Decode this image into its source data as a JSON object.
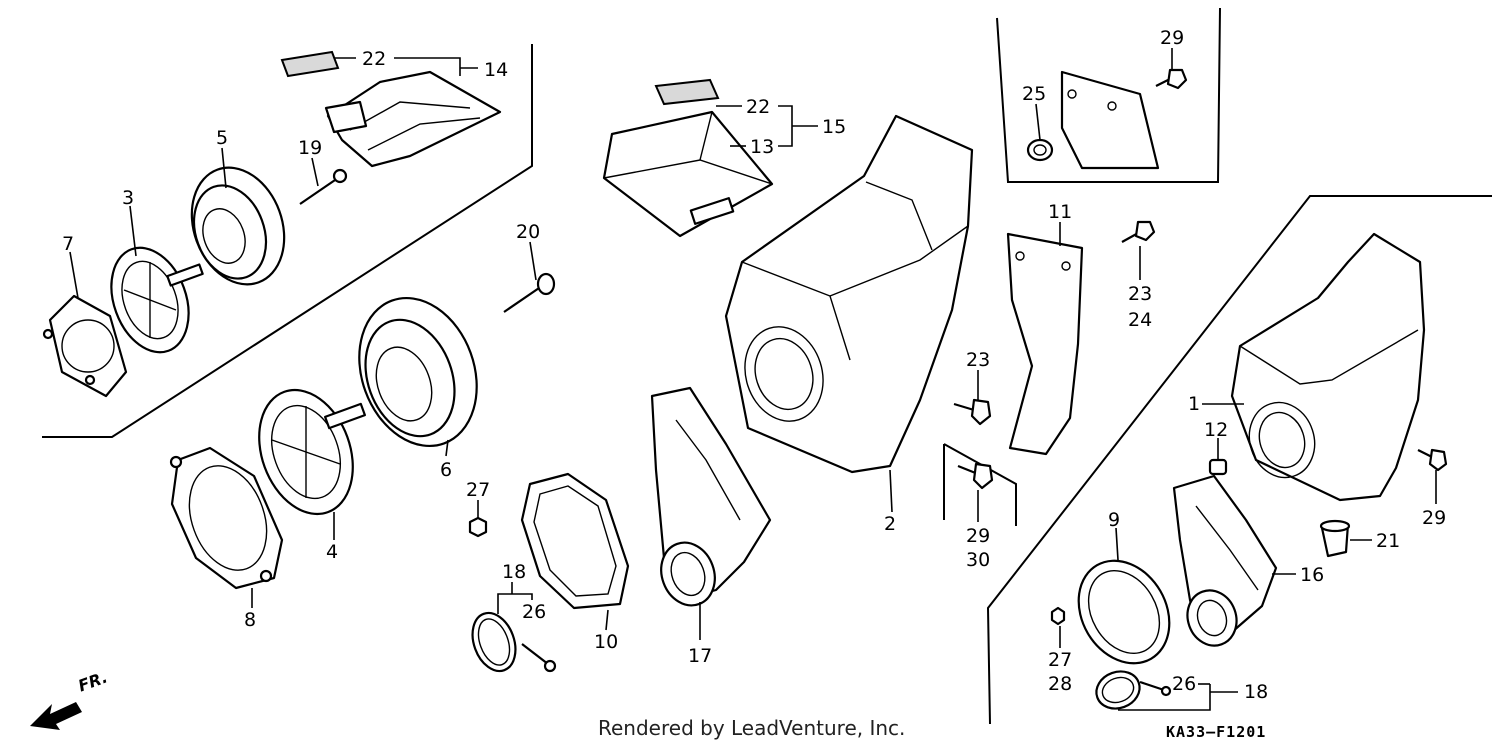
{
  "diagram": {
    "labels": {
      "p1": "1",
      "p2": "2",
      "p3": "3",
      "p4": "4",
      "p5": "5",
      "p6": "6",
      "p7": "7",
      "p8": "8",
      "p9": "9",
      "p10": "10",
      "p11": "11",
      "p12": "12",
      "p13": "13",
      "p14": "14",
      "p15": "15",
      "p16": "16",
      "p17": "17",
      "p18a": "18",
      "p18b": "18",
      "p19": "19",
      "p20": "20",
      "p21": "21",
      "p22a": "22",
      "p22b": "22",
      "p23a": "23",
      "p23b": "23",
      "p24": "24",
      "p25": "25",
      "p26a": "26",
      "p26b": "26",
      "p27a": "27",
      "p27b": "27",
      "p28": "28",
      "p29a": "29",
      "p29b": "29",
      "p29c": "29",
      "p30": "30"
    },
    "direction_marker": "FR.",
    "credit": "Rendered by LeadVenture, Inc.",
    "figure_code": "KA33–F1201"
  }
}
